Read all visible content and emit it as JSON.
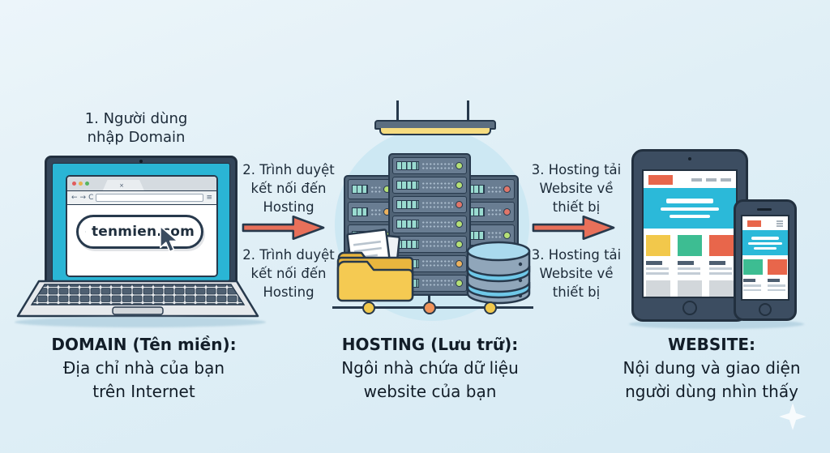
{
  "canvas": {
    "background": "#e0eff6"
  },
  "flow": {
    "step1": [
      "1. Người dùng",
      "nhập Domain"
    ],
    "step2_above": [
      "2. Trình duyệt",
      "kết nối đến",
      "Hosting"
    ],
    "step2_below": [
      "2. Trình duyệt",
      "kết nối đến",
      "Hosting"
    ],
    "step3_above": [
      "3. Hosting tải",
      "Website về",
      "thiết bị"
    ],
    "step3_below": [
      "3. Hosting tải",
      "Website về",
      "thiết bị"
    ]
  },
  "browser": {
    "address": "tenmien.com",
    "back_icon": "←",
    "forward_icon": "→",
    "refresh_icon": "C",
    "menu_icon": "≡",
    "tab_close_icon": "×"
  },
  "captions": {
    "domain": {
      "title": "DOMAIN (Tên miền):",
      "line1": "Địa chỉ nhà của bạn",
      "line2": "trên Internet"
    },
    "hosting": {
      "title": "HOSTING (Lưu trữ):",
      "line1": "Ngôi nhà chứa dữ liệu",
      "line2": "website của bạn"
    },
    "website": {
      "title": "WEBSITE:",
      "line1": "Nội dung và giao diện",
      "line2": "người dùng nhìn thấy"
    }
  },
  "colors": {
    "background": "#e0eff6",
    "outline": "#27394c",
    "accent_cyan": "#2ab5d5",
    "arrow_red": "#e8705a",
    "text_dark": "#1c2a38",
    "caption_dark": "#121d28",
    "rack_frame": "#4f6275",
    "rack_unit": "#697d92",
    "vent_teal": "#9adbd0",
    "led_green": "#b5e077",
    "led_red": "#e0766a",
    "led_orange": "#ecb25f",
    "node_yellow": "#f2c94c",
    "node_orange": "#f0935a",
    "folder_yellow": "#e9b63e",
    "folder_yellow_light": "#f5ca52",
    "db_body": "#90a6ba",
    "db_band": "#6fc8e8",
    "db_top": "#aadaee",
    "device_frame": "#3c4d61",
    "hero_cyan": "#2bb9d9",
    "card_yellow": "#f2c84b",
    "card_green": "#3dbd92",
    "card_red": "#e8664b",
    "circle_bg": "#cde8f3",
    "lamp_yellow": "#f6dc7f"
  }
}
